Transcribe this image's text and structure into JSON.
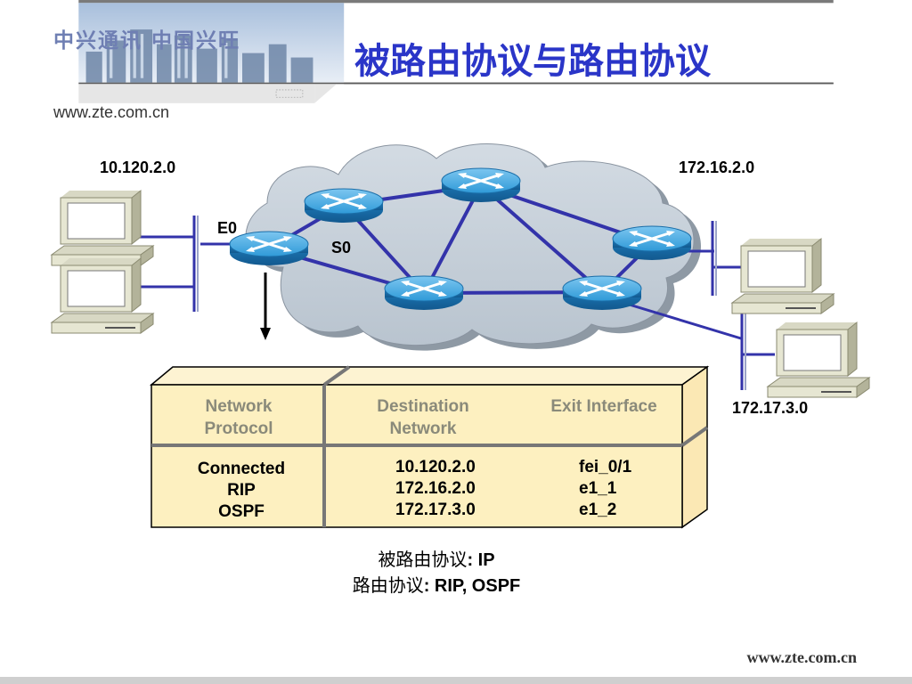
{
  "header": {
    "brand_cn": "中兴通讯 中国兴旺",
    "brand_url": "www.zte.com.cn",
    "title": "被路由协议与路由协议"
  },
  "diagram": {
    "networks": [
      "10.120.2.0",
      "172.16.2.0",
      "172.17.3.0"
    ],
    "interfaces": {
      "e0": "E0",
      "s0": "S0"
    }
  },
  "routing_table": {
    "headers": {
      "protocol": [
        "Network",
        "Protocol"
      ],
      "destination": [
        "Destination",
        "Network"
      ],
      "exit": "Exit Interface"
    },
    "protocols": [
      "Connected",
      "RIP",
      "OSPF"
    ],
    "destinations": [
      "10.120.2.0",
      "172.16.2.0",
      "172.17.3.0"
    ],
    "exits": [
      "fei_0/1",
      "e1_1",
      "e1_2"
    ]
  },
  "caption": {
    "line1_label": "被路由协议",
    "line1_value": ": IP",
    "line2_label": "路由协议",
    "line2_value": ": RIP, OSPF"
  },
  "footer": {
    "url": "www.zte.com.cn"
  },
  "colors": {
    "title": "#2a35c8",
    "link": "#3333aa",
    "router": "#2f9ad8",
    "table_fill": "#fdf0c0"
  }
}
